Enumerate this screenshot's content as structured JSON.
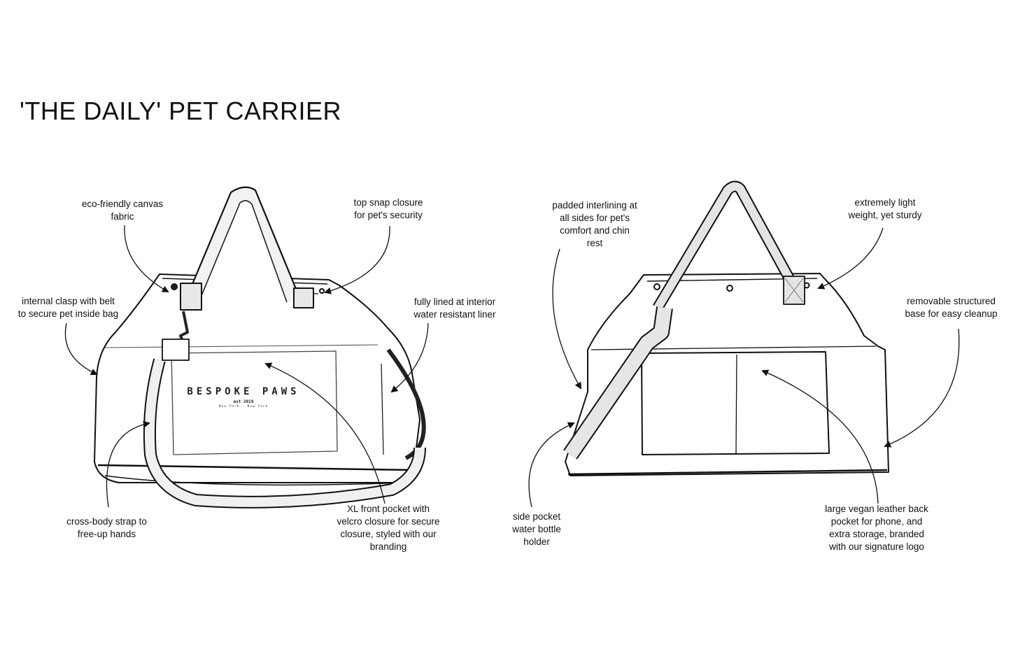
{
  "title": "'THE DAILY' PET CARRIER",
  "front_view": {
    "brand": {
      "name": "BESPOKE PAWS",
      "established": "est 2019",
      "location": "New York · New York"
    },
    "callouts": [
      {
        "id": "canvas",
        "lines": [
          "eco-friendly canvas",
          "fabric"
        ]
      },
      {
        "id": "snap",
        "lines": [
          "top snap closure",
          "for pet's security"
        ]
      },
      {
        "id": "clasp",
        "lines": [
          "internal clasp with belt",
          "to secure pet inside bag"
        ]
      },
      {
        "id": "liner",
        "lines": [
          "fully lined at interior",
          "water resistant liner"
        ]
      },
      {
        "id": "strap",
        "lines": [
          "cross-body strap to",
          "free-up hands"
        ]
      },
      {
        "id": "pocket",
        "lines": [
          "XL front pocket with",
          "velcro closure for secure",
          "closure, styled with our",
          "branding"
        ]
      }
    ]
  },
  "back_view": {
    "callouts": [
      {
        "id": "padding",
        "lines": [
          "padded interlining at",
          "all sides for pet's",
          "comfort and chin",
          "rest"
        ]
      },
      {
        "id": "weight",
        "lines": [
          "extremely light",
          "weight, yet sturdy"
        ]
      },
      {
        "id": "base",
        "lines": [
          "removable structured",
          "base for easy cleanup"
        ]
      },
      {
        "id": "side-pocket",
        "lines": [
          "side pocket",
          "water bottle",
          "holder"
        ]
      },
      {
        "id": "back-pocket",
        "lines": [
          "large vegan leather back",
          "pocket for phone, and",
          "extra storage, branded",
          "with our signature logo"
        ]
      }
    ]
  },
  "colors": {
    "line": "#111111",
    "strap_fill": "#e6e6e6",
    "background": "#ffffff"
  }
}
